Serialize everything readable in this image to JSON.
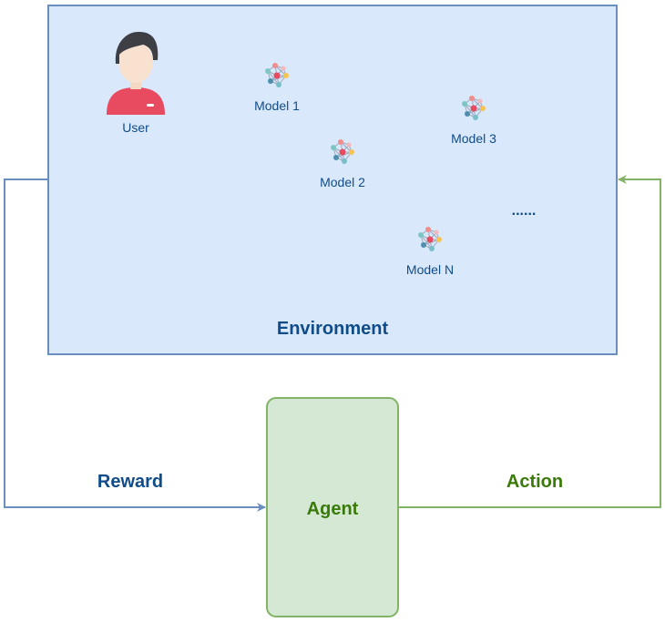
{
  "environment": {
    "title": "Environment",
    "user_label": "User",
    "models": [
      {
        "label": "Model 1"
      },
      {
        "label": "Model 2"
      },
      {
        "label": "Model 3"
      },
      {
        "label": "Model N"
      }
    ],
    "ellipsis": "......"
  },
  "agent": {
    "label": "Agent"
  },
  "edges": {
    "reward_label": "Reward",
    "action_label": "Action"
  },
  "icons": {
    "user": "user-icon",
    "model": "neural-network-icon"
  },
  "colors": {
    "environment_fill": "#dae8fc",
    "environment_stroke": "#6c8ebf",
    "agent_fill": "#d5e8d4",
    "agent_stroke": "#82b366",
    "reward_arrow": "#6c8ebf",
    "action_arrow": "#82b366",
    "blue_text": "#0f4c8a",
    "green_text": "#3a7a0a"
  }
}
